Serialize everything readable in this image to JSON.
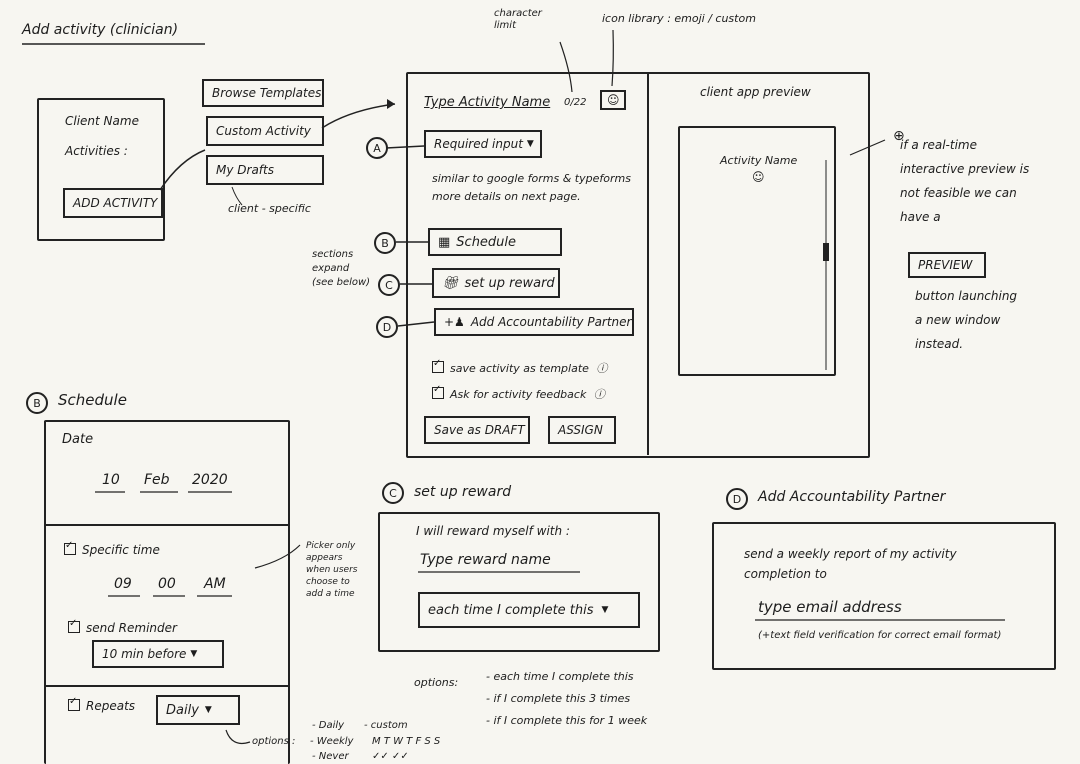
{
  "title": "Add activity (clinician)",
  "left_panel": {
    "client_name": "Client Name",
    "activities": "Activities :",
    "add_button": "ADD ACTIVITY"
  },
  "menu": {
    "browse": "Browse Templates",
    "custom": "Custom Activity",
    "drafts": "My Drafts",
    "drafts_note": "client - specific"
  },
  "notes": {
    "char_limit": "character limit",
    "icon_library": "icon library : emoji / custom",
    "sections_expand": "sections expand (see below)",
    "preview_note_1": "if a real-time interactive preview is not feasible we can have a",
    "preview_button": "PREVIEW",
    "preview_note_2": "button launching a new window instead.",
    "similar": "similar to google forms & typeforms",
    "more_details": "more details on next page."
  },
  "form": {
    "name_placeholder": "Type Activity Name",
    "char_count": "0/22",
    "required_input": "Required input",
    "schedule": "Schedule",
    "reward": "set up reward",
    "partner": "Add Accountability Partner",
    "save_template": "save activity as template",
    "ask_feedback": "Ask for activity feedback",
    "save_draft": "Save as DRAFT",
    "assign": "ASSIGN"
  },
  "preview": {
    "header": "client app preview",
    "activity_name": "Activity Name"
  },
  "markers": {
    "a": "A",
    "b": "B",
    "c": "C",
    "d": "D"
  },
  "schedule_section": {
    "heading": "Schedule",
    "date_label": "Date",
    "day": "10",
    "month": "Feb",
    "year": "2020",
    "specific_time": "Specific time",
    "hour": "09",
    "minute": "00",
    "ampm": "AM",
    "picker_note": "Picker only appears when users choose to add a time",
    "send_reminder": "send Reminder",
    "reminder_value": "10 min before",
    "repeats": "Repeats",
    "repeats_value": "Daily",
    "options_label": "options :",
    "option_daily": "- Daily",
    "option_custom": "- custom",
    "option_weekly": "- Weekly",
    "option_never": "- Never",
    "weekdays": "M T W T F S S",
    "weekday_checks": "✓✓ ✓✓"
  },
  "reward_section": {
    "heading": "set up reward",
    "intro": "I will reward myself with :",
    "placeholder": "Type reward name",
    "condition": "each time I complete this",
    "options_label": "options:",
    "options": [
      "- each time I complete this",
      "- if I complete this 3 times",
      "- if I complete this for 1 week"
    ]
  },
  "partner_section": {
    "heading": "Add Accountability Partner",
    "text": "send a weekly report of my activity completion to",
    "placeholder": "type email address",
    "note": "(+text field verification for correct email format)"
  }
}
